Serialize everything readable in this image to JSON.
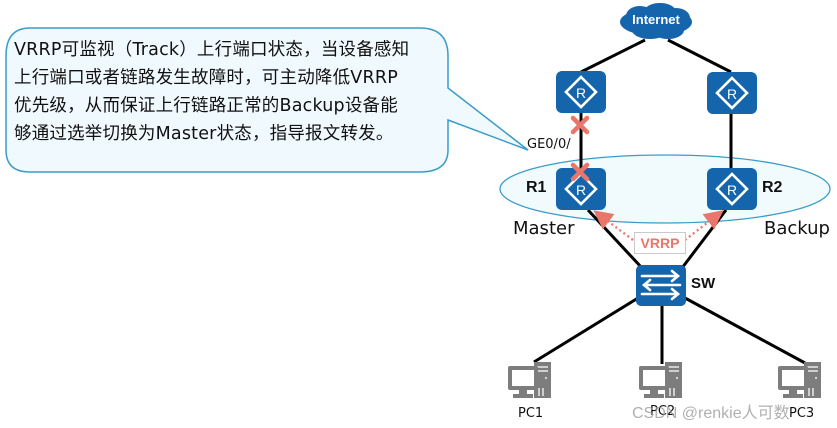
{
  "callout": {
    "lines": [
      "VRRP可监视（Track）上行端口状态，当设备感知",
      "上行端口或者链路发生故障时，可主动降低VRRP",
      "优先级，从而保证上行链路正常的Backup设备能",
      "够通过选举切换为Master状态，指导报文转发。"
    ]
  },
  "nodes": {
    "internet": "Internet",
    "r1": "R1",
    "r2": "R2",
    "r1_role": "Master",
    "r2_role": "Backup",
    "switch": "SW",
    "pc1": "PC1",
    "pc2": "PC2",
    "pc3": "PC3"
  },
  "interface_label": "GE0/0/",
  "protocol_label": "VRRP",
  "watermark": "CSDN @renkie人可数",
  "icons": {
    "cloud": "cloud-icon",
    "router": "router-icon",
    "switch": "switch-icon",
    "pc": "pc-icon",
    "failure": "x-mark-icon"
  },
  "colors": {
    "device_blue": "#1565ad",
    "callout_fill": "#f0f9fd",
    "callout_border": "#3a9cc8",
    "failure_red": "#e8766a",
    "pc_gray": "#808080"
  }
}
